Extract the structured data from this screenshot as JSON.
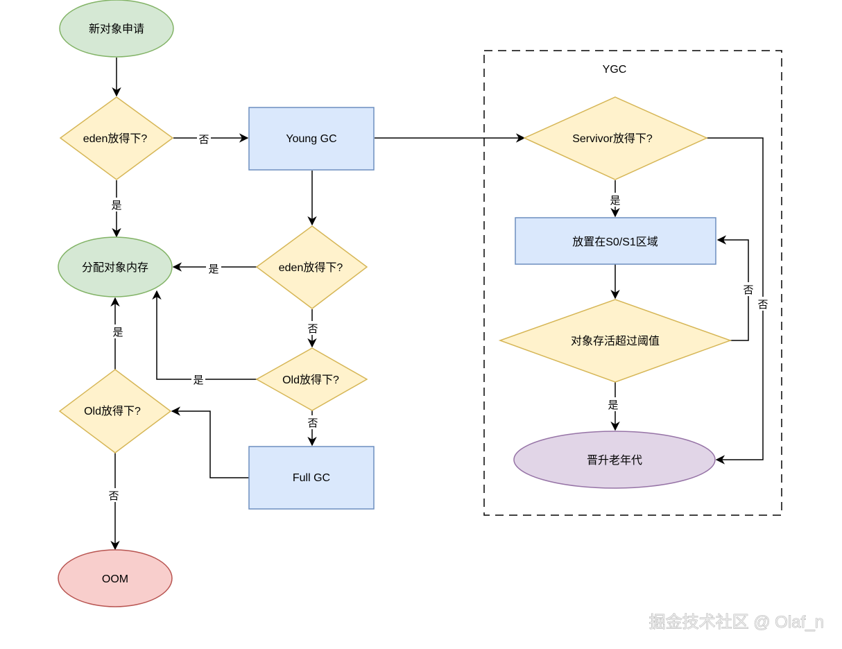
{
  "nodes": {
    "new_request": "新对象申请",
    "eden_fit_1": "eden放得下?",
    "young_gc": "Young GC",
    "allocate": "分配对象内存",
    "eden_fit_2": "eden放得下?",
    "old_fit_1": "Old放得下?",
    "old_fit_2": "Old放得下?",
    "full_gc": "Full GC",
    "oom": "OOM",
    "survivor_fit": "Servivor放得下?",
    "place_s0s1": "放置在S0/S1区域",
    "age_threshold": "对象存活超过阈值",
    "promote_old": "晋升老年代"
  },
  "edge_labels": {
    "no_eden1_to_ygc": "否",
    "yes_eden1_to_alloc": "是",
    "yes_eden2_to_alloc": "是",
    "no_eden2_to_old": "否",
    "yes_old1_to_alloc": "是",
    "no_old1_to_fullgc": "否",
    "yes_old2_to_alloc": "是",
    "no_old2_to_oom": "否",
    "yes_surv_to_place": "是",
    "no_surv_to_promote": "否",
    "no_age_to_place": "否",
    "yes_age_to_promote": "是"
  },
  "group": {
    "label": "YGC"
  },
  "watermark": "掘金技术社区 @ Olaf_n",
  "colors": {
    "green_fill": "#d5e8d4",
    "green_stroke": "#82b366",
    "yellow_fill": "#fff2cc",
    "yellow_stroke": "#d6b656",
    "blue_fill": "#dae8fc",
    "blue_stroke": "#6c8ebf",
    "red_fill": "#f8cecc",
    "red_stroke": "#b85450",
    "purple_fill": "#e1d5e7",
    "purple_stroke": "#9673a6"
  }
}
